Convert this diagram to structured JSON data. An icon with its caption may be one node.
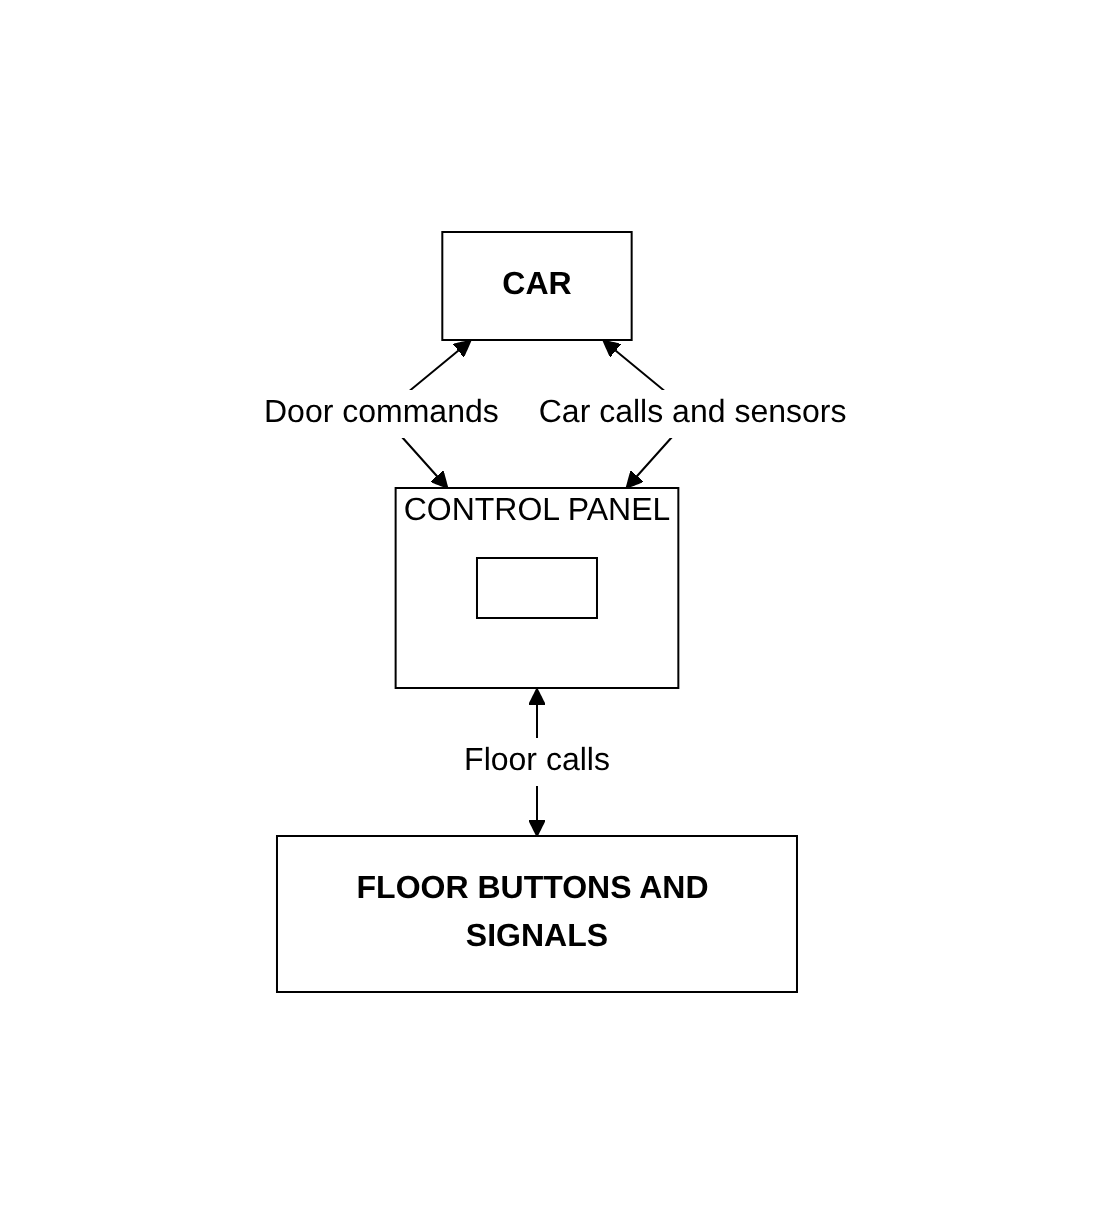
{
  "diagram": {
    "nodes": [
      {
        "text": [
          "CAR"
        ]
      },
      {
        "text": [
          "CONTROL PANEL"
        ]
      },
      {
        "text": [],
        "shape": "box",
        "in": 1
      },
      {
        "text": [
          "FLOOR BUTTONS AND SIGNALS"
        ]
      }
    ],
    "edges": [
      {
        "from": 0,
        "to": 1,
        "arrow": "both",
        "label": "Door commands"
      },
      {
        "from": 0,
        "to": 1,
        "arrow": "both",
        "label": "Car calls and sensors"
      },
      {
        "from": 1,
        "to": 3,
        "arrow": "both",
        "label": "Floor calls"
      }
    ]
  }
}
